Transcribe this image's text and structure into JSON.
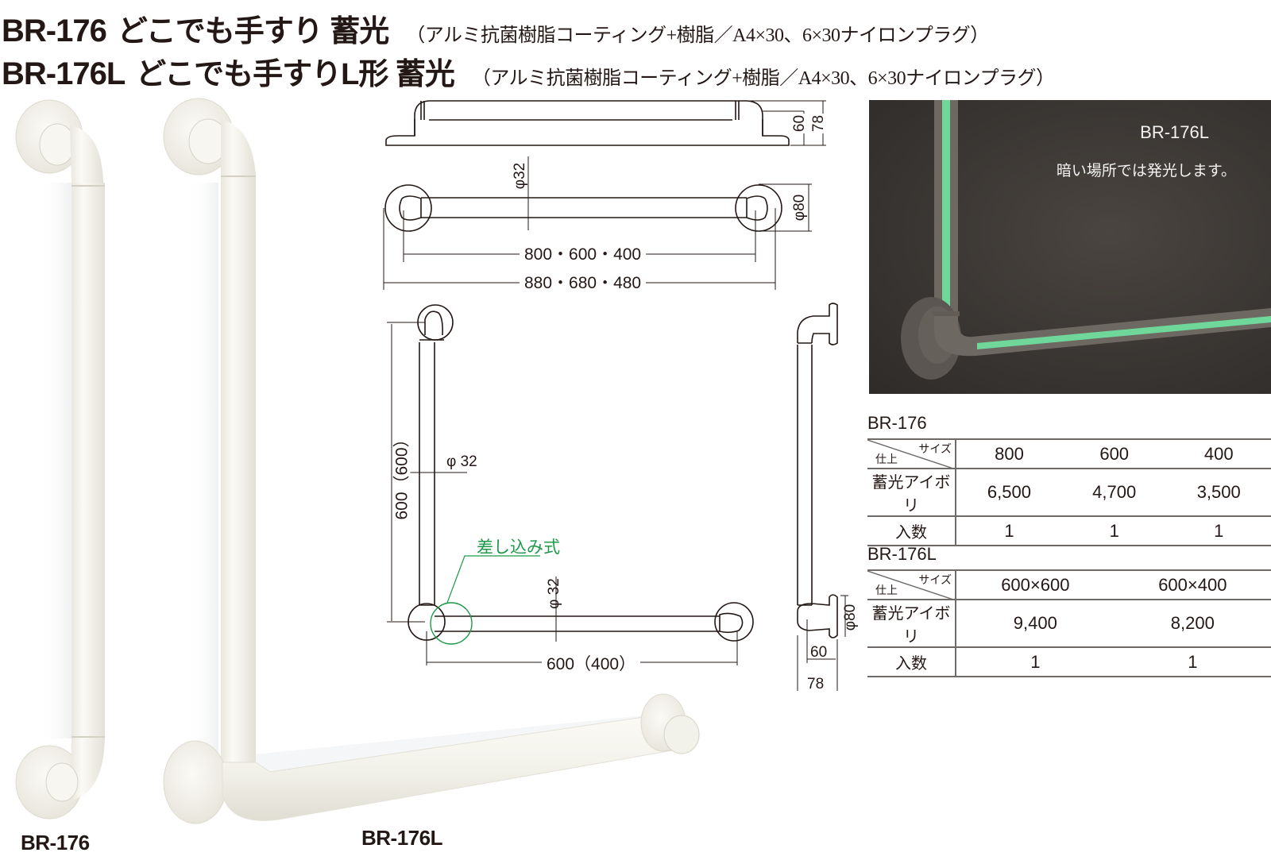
{
  "titles": [
    {
      "model": "BR-176",
      "name": "どこでも手すり 蓄光",
      "spec": "（アルミ抗菌樹脂コーティング+樹脂／A4×30、6×30ナイロンプラグ）"
    },
    {
      "model": "BR-176L",
      "name": "どこでも手すりL形 蓄光",
      "spec": "（アルミ抗菌樹脂コーティング+樹脂／A4×30、6×30ナイロンプラグ）"
    }
  ],
  "product_photos": {
    "straight_label": "BR-176",
    "l_shape_label": "BR-176L",
    "color": "#f4f3ec"
  },
  "drawing_straight": {
    "side_height_inner": "60",
    "side_height_outer": "78",
    "pipe_diameter": "φ32",
    "flange_diameter": "φ80",
    "center_length": "800・600・400",
    "overall_length": "880・680・480"
  },
  "drawing_l": {
    "vertical_length": "600（600）",
    "pipe_diameter_vertical": "φ 32",
    "pipe_diameter_horizontal": "φ 32",
    "horizontal_length": "600（400）",
    "joint_note": "差し込み式",
    "joint_note_color": "#1e9a4a",
    "side_flange_diameter": "φ80",
    "side_depth_inner": "60",
    "side_depth_outer": "78"
  },
  "glow_photo": {
    "model": "BR-176L",
    "caption": "暗い場所では発光します。",
    "glow_color": "#6fd79a",
    "background_color": "#3a3633"
  },
  "tables": [
    {
      "title": "BR-176",
      "corner_size": "サイズ",
      "corner_finish": "仕上",
      "columns": [
        "800",
        "600",
        "400"
      ],
      "rows": [
        {
          "label": "蓄光アイボリ",
          "values": [
            "6,500",
            "4,700",
            "3,500"
          ]
        },
        {
          "label": "入数",
          "values": [
            "1",
            "1",
            "1"
          ]
        }
      ]
    },
    {
      "title": "BR-176L",
      "corner_size": "サイズ",
      "corner_finish": "仕上",
      "columns": [
        "600×600",
        "600×400"
      ],
      "rows": [
        {
          "label": "蓄光アイボリ",
          "values": [
            "9,400",
            "8,200"
          ]
        },
        {
          "label": "入数",
          "values": [
            "1",
            "1"
          ]
        }
      ]
    }
  ]
}
